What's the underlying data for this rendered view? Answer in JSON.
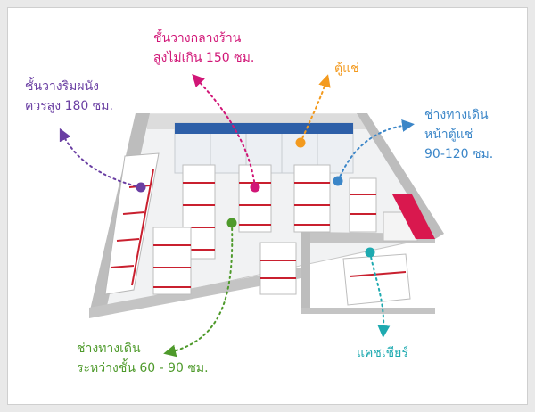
{
  "colors": {
    "purple": "#6a3fa3",
    "magenta": "#d11677",
    "orange": "#f39a1e",
    "blue": "#3b86c8",
    "green": "#4e9a2b",
    "teal": "#1eaab0",
    "shelf_red": "#c9202f",
    "fridge_blue": "#2d5fa8",
    "cashier_red": "#d9184e"
  },
  "labels": {
    "wall_shelf": {
      "line1": "ชั้นวางริมผนัง",
      "line2": "ควรสูง 180 ซม."
    },
    "center_shelf": {
      "line1": "ชั้นวางกลางร้าน",
      "line2": "สูงไม่เกิน 150 ซม."
    },
    "fridge": {
      "line1": "ตู้แช่"
    },
    "fridge_aisle": {
      "line1": "ช่างทางเดิน",
      "line2": "หน้าตู้แช่",
      "line3": "90-120 ซม."
    },
    "shelf_aisle": {
      "line1": "ช่างทางเดิน",
      "line2": "ระหว่างชั้น 60 - 90 ซม."
    },
    "cashier": {
      "line1": "แคชเชียร์"
    }
  }
}
